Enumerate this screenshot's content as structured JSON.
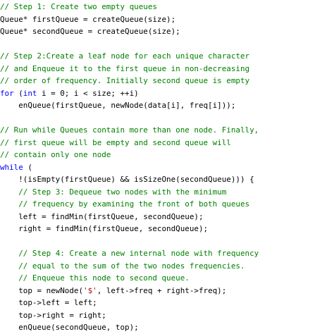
{
  "colors": {
    "comment": "#008000",
    "keyword": "#0000ff",
    "plain": "#000000",
    "string": "#a31515",
    "background": "#ffffff"
  },
  "code": {
    "lines": [
      [
        {
          "t": "comment",
          "v": "// Step 1: Create two empty queues"
        }
      ],
      [
        {
          "t": "plain",
          "v": "Queue* firstQueue = createQueue(size);"
        }
      ],
      [
        {
          "t": "plain",
          "v": "Queue* secondQueue = createQueue(size);"
        }
      ],
      [],
      [
        {
          "t": "comment",
          "v": "// Step 2:Create a leaf node for each unique character"
        }
      ],
      [
        {
          "t": "comment",
          "v": "// and Enqueue it to the first queue in non-decreasing"
        }
      ],
      [
        {
          "t": "comment",
          "v": "// order of frequency. Initially second queue is empty"
        }
      ],
      [
        {
          "t": "keyword",
          "v": "for"
        },
        {
          "t": "plain",
          "v": " ("
        },
        {
          "t": "keyword",
          "v": "int"
        },
        {
          "t": "plain",
          "v": " i = 0; i < size; ++i)"
        }
      ],
      [
        {
          "t": "plain",
          "v": "    enQueue(firstQueue, newNode(data[i], freq[i]));"
        }
      ],
      [],
      [
        {
          "t": "comment",
          "v": "// Run while Queues contain more than one node. Finally,"
        }
      ],
      [
        {
          "t": "comment",
          "v": "// first queue will be empty and second queue will"
        }
      ],
      [
        {
          "t": "comment",
          "v": "// contain only one node"
        }
      ],
      [
        {
          "t": "keyword",
          "v": "while"
        },
        {
          "t": "plain",
          "v": " ("
        }
      ],
      [
        {
          "t": "plain",
          "v": "    !(isEmpty(firstQueue) && isSizeOne(secondQueue))) {"
        }
      ],
      [
        {
          "t": "plain",
          "v": "    "
        },
        {
          "t": "comment",
          "v": "// Step 3: Dequeue two nodes with the minimum"
        }
      ],
      [
        {
          "t": "plain",
          "v": "    "
        },
        {
          "t": "comment",
          "v": "// frequency by examining the front of both queues"
        }
      ],
      [
        {
          "t": "plain",
          "v": "    left = findMin(firstQueue, secondQueue);"
        }
      ],
      [
        {
          "t": "plain",
          "v": "    right = findMin(firstQueue, secondQueue);"
        }
      ],
      [],
      [
        {
          "t": "plain",
          "v": "    "
        },
        {
          "t": "comment",
          "v": "// Step 4: Create a new internal node with frequency"
        }
      ],
      [
        {
          "t": "plain",
          "v": "    "
        },
        {
          "t": "comment",
          "v": "// equal to the sum of the two nodes frequencies."
        }
      ],
      [
        {
          "t": "plain",
          "v": "    "
        },
        {
          "t": "comment",
          "v": "// Enqueue this node to second queue."
        }
      ],
      [
        {
          "t": "plain",
          "v": "    top = newNode("
        },
        {
          "t": "string",
          "v": "'$'"
        },
        {
          "t": "plain",
          "v": ", left->freq + right->freq);"
        }
      ],
      [
        {
          "t": "plain",
          "v": "    top->left = left;"
        }
      ],
      [
        {
          "t": "plain",
          "v": "    top->right = right;"
        }
      ],
      [
        {
          "t": "plain",
          "v": "    enQueue(secondQueue, top);"
        }
      ]
    ]
  }
}
